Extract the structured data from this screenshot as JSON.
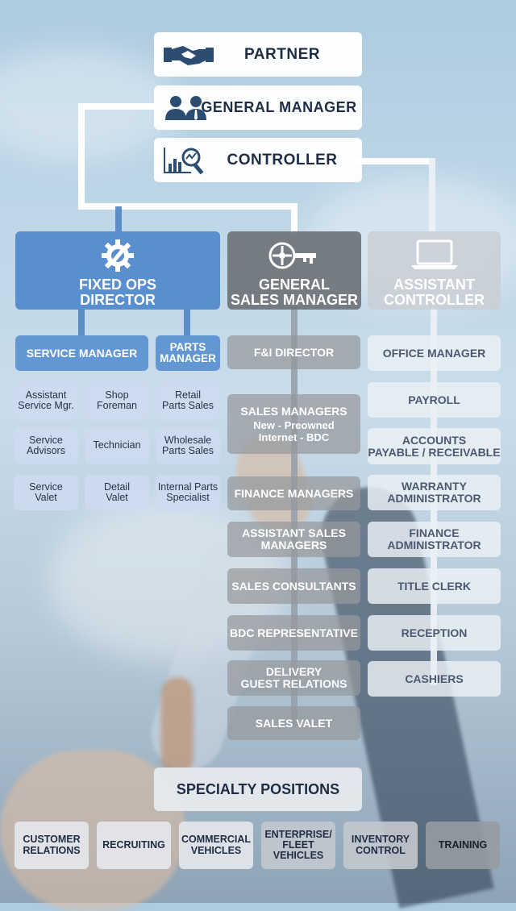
{
  "top": {
    "partner": "PARTNER",
    "general_manager": "GENERAL MANAGER",
    "controller": "CONTROLLER"
  },
  "departments": {
    "fixed_ops": {
      "line1": "FIXED OPS",
      "line2": "DIRECTOR"
    },
    "sales": {
      "line1": "GENERAL",
      "line2": "SALES MANAGER"
    },
    "assistant": {
      "line1": "ASSISTANT",
      "line2": "CONTROLLER"
    }
  },
  "fixed_ops": {
    "service_manager": "SERVICE MANAGER",
    "parts_manager": [
      "PARTS",
      "MANAGER"
    ],
    "grid": [
      [
        [
          "Assistant",
          "Service Mgr."
        ],
        [
          "Shop",
          "Foreman"
        ],
        [
          "Retail",
          "Parts Sales"
        ]
      ],
      [
        [
          "Service",
          "Advisors"
        ],
        [
          "Technician"
        ],
        [
          "Wholesale",
          "Parts Sales"
        ]
      ],
      [
        [
          "Service",
          "Valet"
        ],
        [
          "Detail",
          "Valet"
        ],
        [
          "Internal Parts",
          "Specialist"
        ]
      ]
    ]
  },
  "sales": {
    "items": [
      [
        "F&I DIRECTOR"
      ],
      [
        "SALES MANAGERS"
      ],
      [
        "FINANCE MANAGERS"
      ],
      [
        "ASSISTANT SALES",
        "MANAGERS"
      ],
      [
        "SALES CONSULTANTS"
      ],
      [
        "BDC REPRESENTATIVE"
      ],
      [
        "DELIVERY",
        "GUEST RELATIONS"
      ],
      [
        "SALES VALET"
      ]
    ],
    "sales_managers_sub": [
      "New - Preowned",
      "Internet - BDC"
    ]
  },
  "assistant_controller": {
    "items": [
      [
        "OFFICE MANAGER"
      ],
      [
        "PAYROLL"
      ],
      [
        "ACCOUNTS",
        "PAYABLE / RECEIVABLE"
      ],
      [
        "WARRANTY",
        "ADMINISTRATOR"
      ],
      [
        "FINANCE",
        "ADMINISTRATOR"
      ],
      [
        "TITLE CLERK"
      ],
      [
        "RECEPTION"
      ],
      [
        "CASHIERS"
      ]
    ]
  },
  "specialty": {
    "title": "SPECIALTY POSITIONS",
    "items": [
      [
        "CUSTOMER",
        "RELATIONS"
      ],
      [
        "RECRUITING"
      ],
      [
        "COMMERCIAL",
        "VEHICLES"
      ],
      [
        "ENTERPRISE/",
        "FLEET",
        "VEHICLES"
      ],
      [
        "INVENTORY",
        "CONTROL"
      ],
      [
        "TRAINING"
      ]
    ]
  },
  "icons": {
    "partner": "handshake-icon",
    "general_manager": "people-icon",
    "controller": "chart-magnifier-icon",
    "fixed_ops": "gear-wrench-icon",
    "sales": "wheel-key-icon",
    "assistant": "laptop-icon"
  },
  "colors": {
    "fixed_ops": "#5a8fcf",
    "sales": "#6e737a",
    "assistant": "#c8cdd4",
    "text_dark": "#1f2d44"
  }
}
